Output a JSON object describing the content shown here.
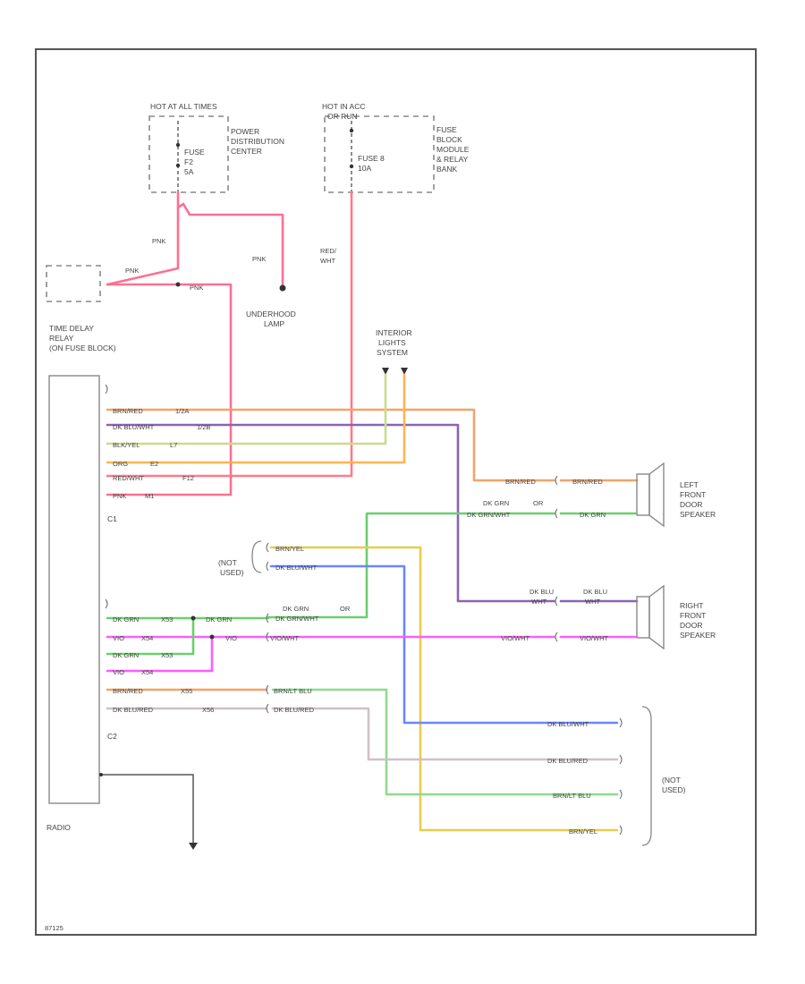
{
  "colors": {
    "pink": "#ff6f91",
    "orange": "#f2a46a",
    "purple": "#8a64b3",
    "lightgreen": "#c9dc8c",
    "yelloworange": "#ffb450",
    "red": "#ff7a8a",
    "green": "#6ccf6c",
    "magenta": "#ff5cff",
    "blue": "#6a86ff",
    "yellow": "#e6cc50",
    "tan": "#cfc0c7",
    "darkgreen": "#8edb8e",
    "black": "#333333"
  },
  "components": {
    "pdc": {
      "hot_label": "HOT AT ALL TIMES",
      "fuse_line1": "FUSE",
      "fuse_line2": "F2",
      "fuse_line3": "5A",
      "name_lines": [
        "POWER",
        "DISTRIBUTION",
        "CENTER"
      ]
    },
    "fuse_block": {
      "hot_label_l1": "HOT IN ACC",
      "hot_label_l2": "OR RUN",
      "fuse_line1": "FUSE 8",
      "fuse_line2": "10A",
      "name_lines": [
        "FUSE",
        "BLOCK",
        "MODULE",
        "& RELAY",
        "BANK"
      ]
    },
    "time_delay_relay": {
      "name_lines": [
        "TIME DELAY",
        "RELAY",
        "(ON FUSE BLOCK)"
      ]
    },
    "underhood_lamp": {
      "name_lines": [
        "UNDERHOOD",
        "LAMP"
      ]
    },
    "interior_lights": {
      "name_lines": [
        "INTERIOR",
        "LIGHTS",
        "SYSTEM"
      ]
    },
    "radio": {
      "name": "RADIO",
      "c1": "C1",
      "c2": "C2"
    },
    "left_speaker": {
      "name_lines": [
        "LEFT",
        "FRONT",
        "DOOR",
        "SPEAKER"
      ]
    },
    "right_speaker": {
      "name_lines": [
        "RIGHT",
        "FRONT",
        "DOOR",
        "SPEAKER"
      ]
    },
    "not_used_1": {
      "name_lines": [
        "(NOT",
        "USED)"
      ]
    },
    "not_used_2": {
      "name_lines": [
        "(NOT",
        "USED)"
      ]
    }
  },
  "wire_labels": {
    "pnk_a": "PNK",
    "pnk_b": "PNK",
    "pnk_c": "PNK",
    "pnk_d": "PNK",
    "red_wht_up": "RED/",
    "red_wht_up2": "WHT",
    "c1_1": "BRN/RED",
    "c1_1n": "1/2A",
    "c1_2": "DK BLU/WHT",
    "c1_2n": "1/2B",
    "c1_3": "BLK/YEL",
    "c1_3n": "L7",
    "c1_4": "ORG",
    "c1_4n": "E2",
    "c1_5": "RED/WHT",
    "c1_5n": "F12",
    "c1_6": "PNK",
    "c1_6n": "M1",
    "lfs_left": "BRN/RED",
    "lfs_right": "BRN/RED",
    "lfs2_top_l1": "DK GRN",
    "lfs2_top_l2": "OR",
    "lfs2_bot": "DK GRN/WHT",
    "lfs2_right": "DK GRN",
    "nu1_top": "BRN/YEL",
    "nu1_bot": "DK BLU/WHT",
    "rfs_dkblu_l1": "DK BLU",
    "rfs_dkblu_l2": "WHT",
    "rfs_dkblu_r1": "DK BLU",
    "rfs_dkblu_r2": "WHT",
    "c2_1": "DK GRN",
    "c2_1n": "X53",
    "c2_1b": "DK GRN",
    "c2_2": "VIO",
    "c2_2n": "X54",
    "c2_2b": "VIO",
    "c2_3": "DK GRN",
    "c2_3n": "X53",
    "c2_4": "VIO",
    "c2_4n": "X54",
    "c2_5": "BRN/RED",
    "c2_5n": "X55",
    "c2_6": "DK BLU/RED",
    "c2_6n": "X56",
    "rfs_mid_l1": "DK GRN",
    "rfs_mid_l2": "OR",
    "rfs_mid_bot": "DK GRN/WHT",
    "rfs_vio_left": "VIO/WHT",
    "rfs_vio_mid": "VIO/WHT",
    "rfs_vio_right": "VIO/WHT",
    "brn_yel_blu": "BRN/LT BLU",
    "dkblu_red": "DK BLU/RED",
    "nu2_1": "DK BLU/WHT",
    "nu2_2": "DK BLU/RED",
    "nu2_3": "BRN/LT BLU",
    "nu2_4": "BRN/YEL"
  },
  "footer_code": "87125"
}
